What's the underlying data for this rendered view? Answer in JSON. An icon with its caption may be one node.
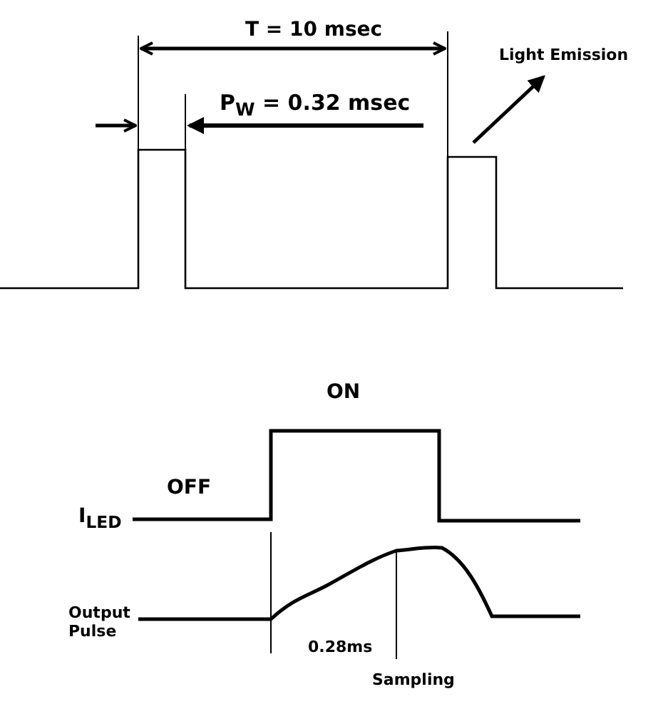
{
  "diagram": {
    "labels": [
      "T = 10 msec",
      "Light Emission",
      "P$_{W}$ = 0.32 msec",
      "ON",
      "OFF",
      "I$_{LED}$",
      "Output Pulse",
      "0.28ms",
      "Sampling"
    ]
  }
}
